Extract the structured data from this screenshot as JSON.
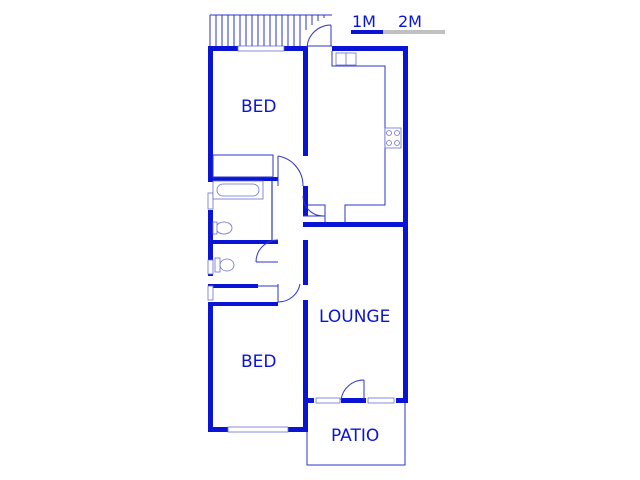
{
  "scale_bar": {
    "label_1": "1M",
    "label_2": "2M"
  },
  "rooms": {
    "bed_top": "BED",
    "bed_bottom": "BED",
    "lounge": "LOUNGE",
    "patio": "PATIO"
  },
  "colors": {
    "wall": "#0a14d4",
    "line": "#2d34c8",
    "scale_secondary": "#c0c0c0"
  }
}
